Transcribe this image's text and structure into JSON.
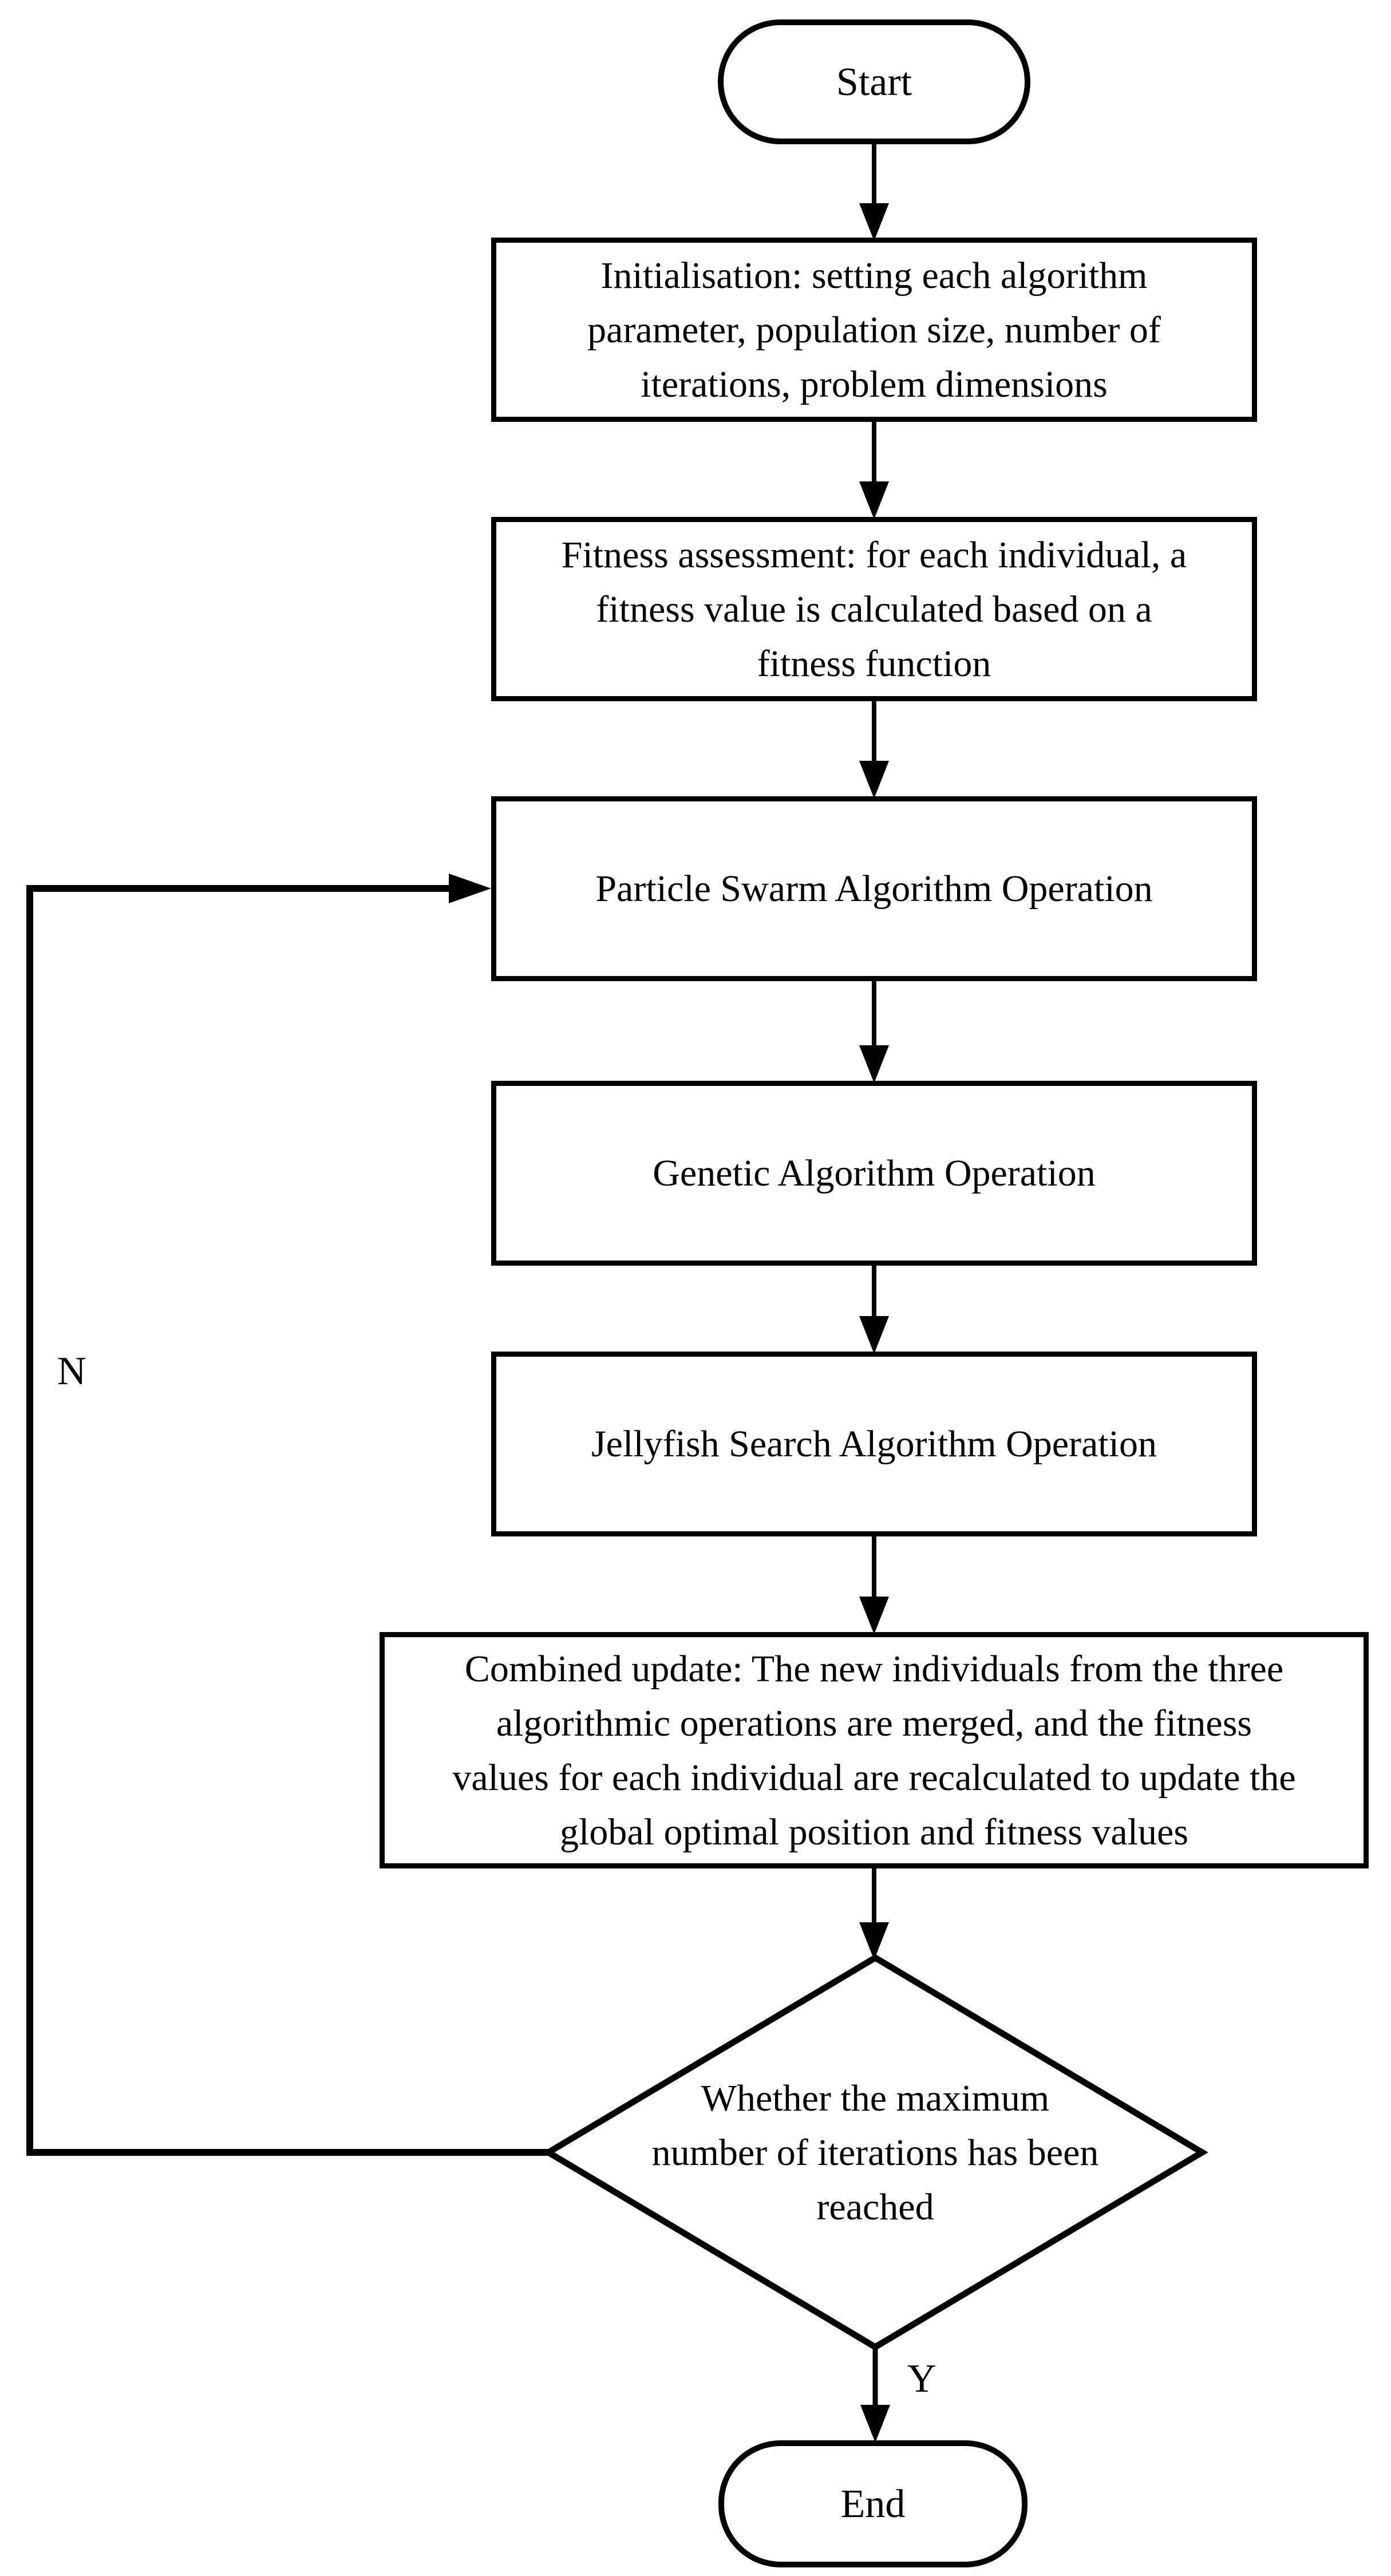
{
  "page": {
    "background": "#ffffff",
    "stroke_color": "#000000"
  },
  "flowchart": {
    "nodes": {
      "start": {
        "type": "terminator",
        "label": "Start"
      },
      "initialisation": {
        "type": "process",
        "label": "Initialisation: setting each algorithm\nparameter, population size, number of\niterations, problem dimensions"
      },
      "fitness_assessment": {
        "type": "process",
        "label": "Fitness assessment: for each individual, a\nfitness value is calculated based on a\nfitness function"
      },
      "particle_swarm": {
        "type": "process",
        "label": "Particle Swarm Algorithm Operation"
      },
      "genetic": {
        "type": "process",
        "label": "Genetic Algorithm Operation"
      },
      "jellyfish": {
        "type": "process",
        "label": "Jellyfish Search Algorithm Operation"
      },
      "combined_update": {
        "type": "process",
        "label": "Combined update: The new individuals from the three\nalgorithmic operations are merged, and the fitness\nvalues for each individual are recalculated to update the\nglobal optimal position and fitness values"
      },
      "decision": {
        "type": "decision",
        "label": "Whether the maximum\nnumber of iterations has been\nreached"
      },
      "end": {
        "type": "terminator",
        "label": "End"
      }
    },
    "edge_labels": {
      "no": "N",
      "yes": "Y"
    }
  }
}
